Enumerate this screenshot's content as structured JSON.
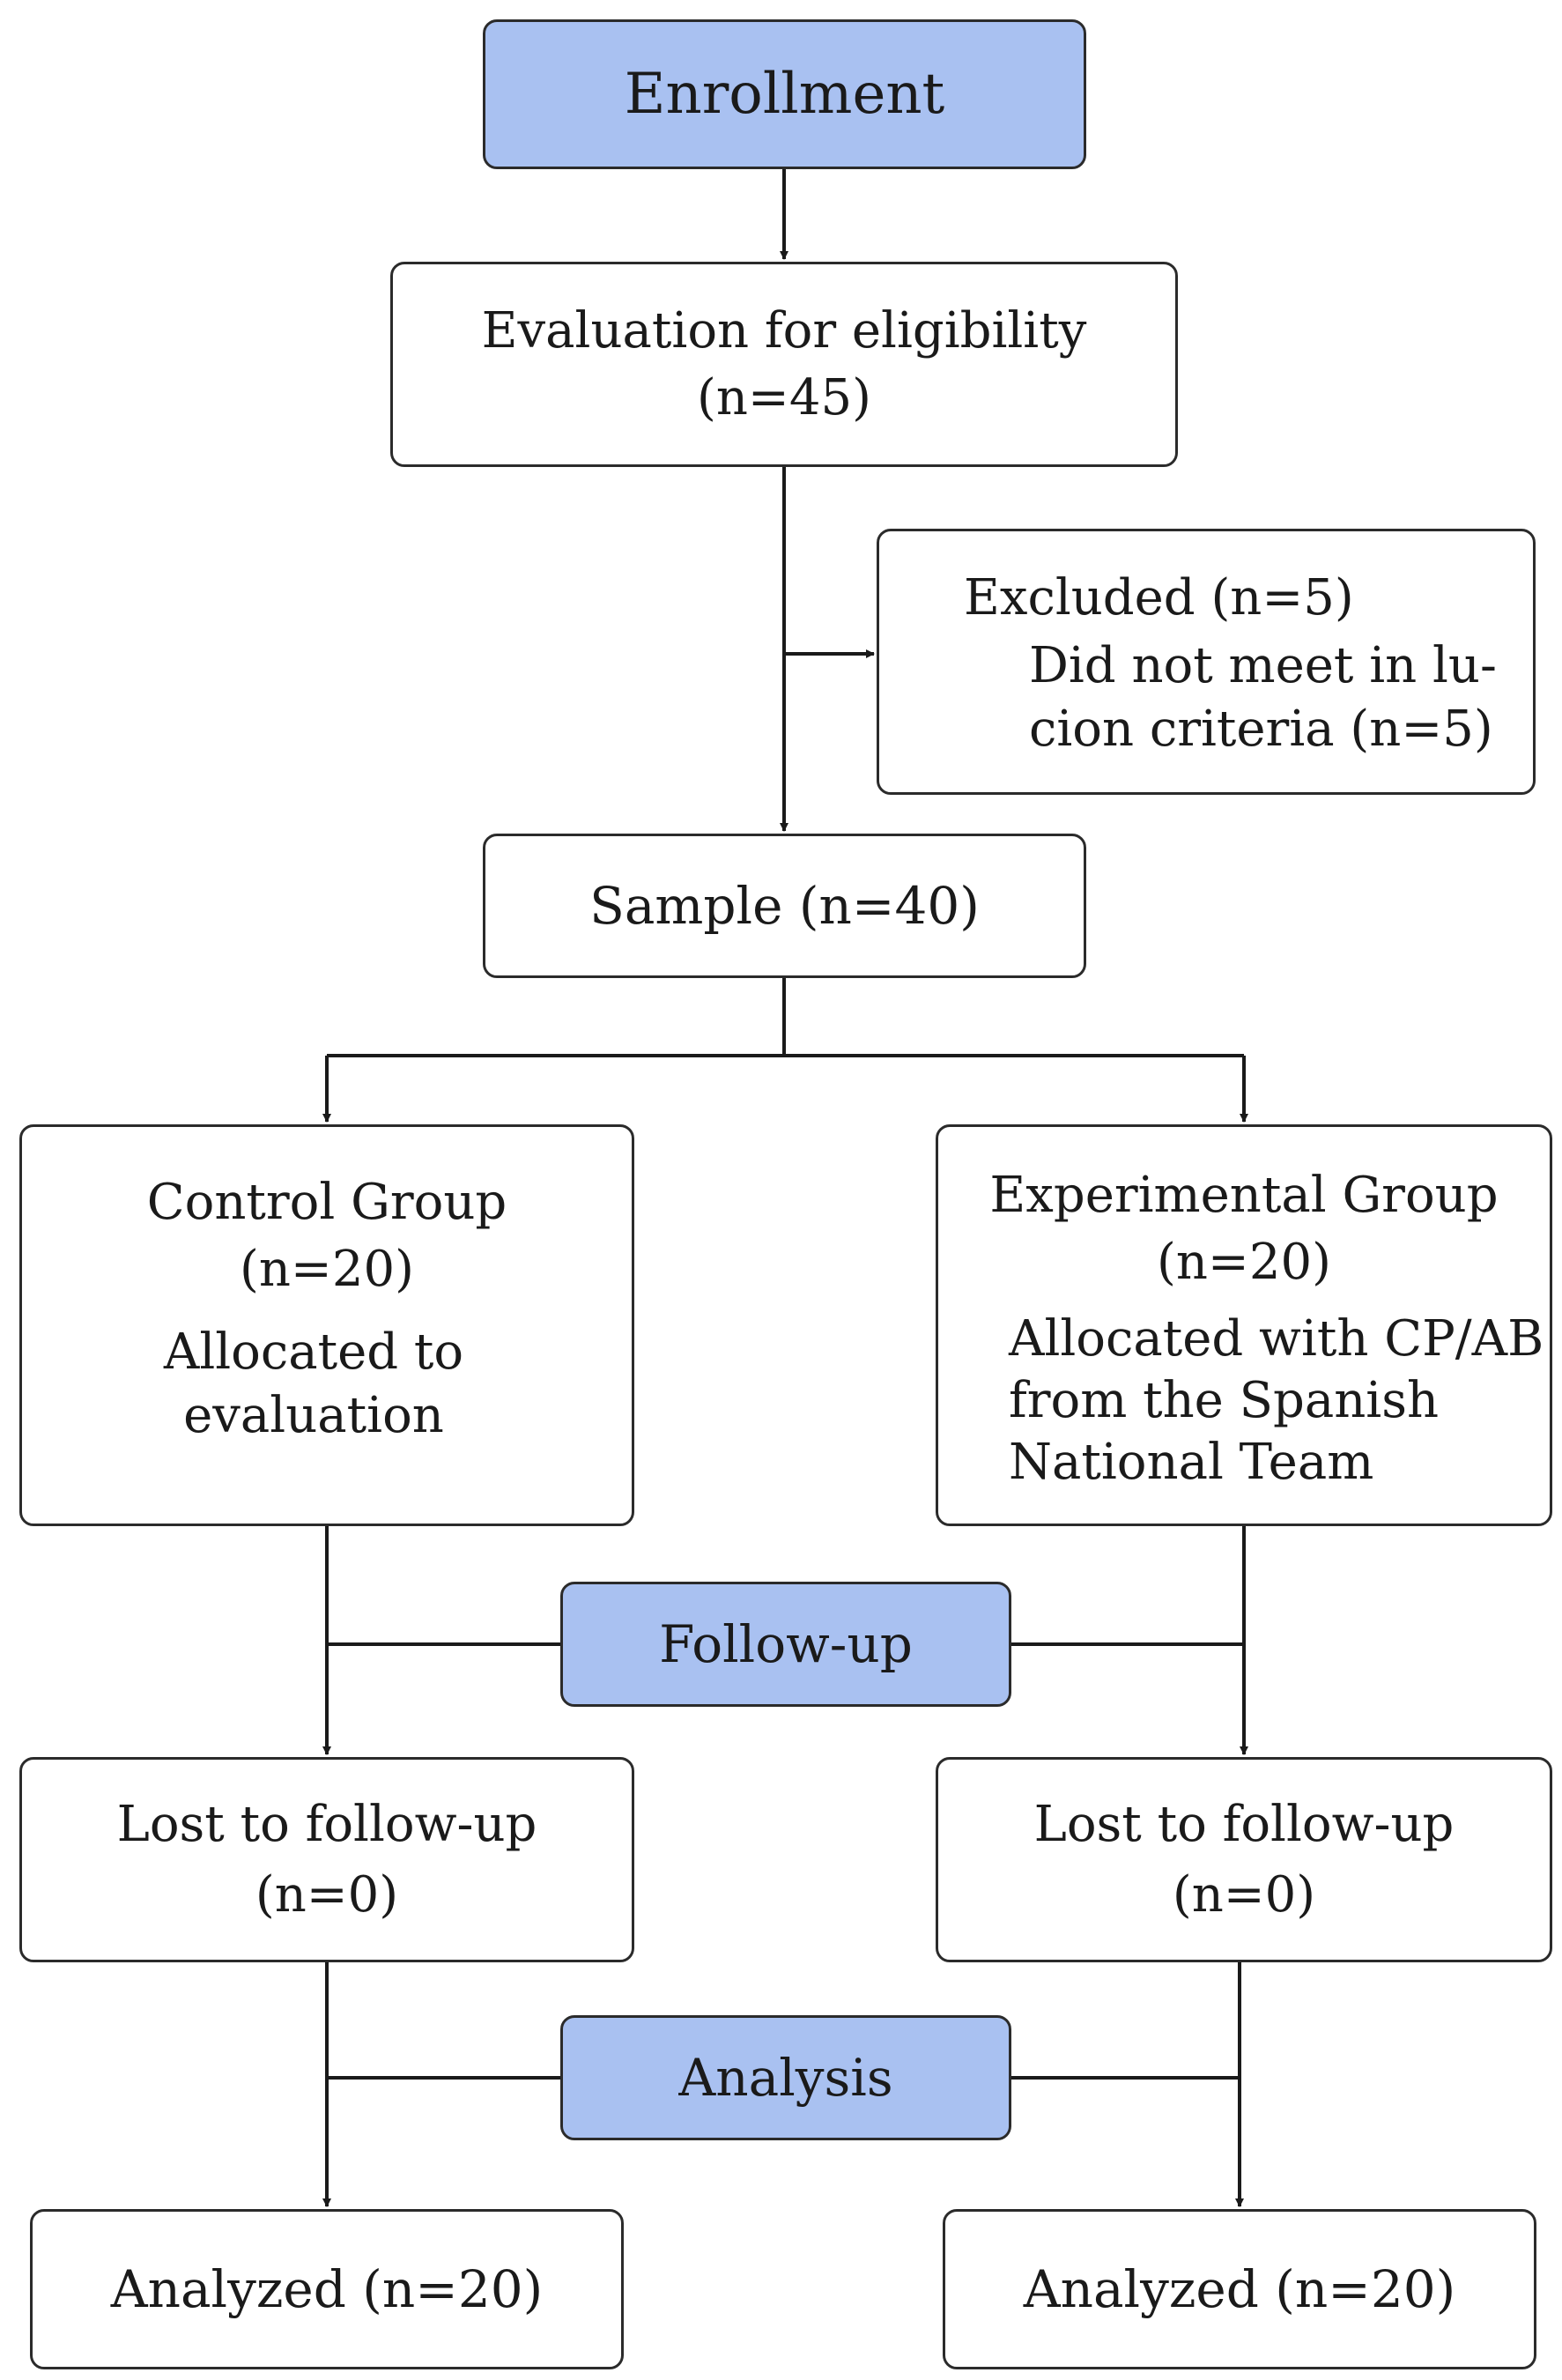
{
  "stages": {
    "enrollment": "Enrollment",
    "followup": "Follow-up",
    "analysis": "Analysis"
  },
  "evaluation": {
    "title": "Evaluation for eligibility",
    "count": "(n=45)"
  },
  "excluded": {
    "title": "Excluded (n=5)",
    "detail_line1": "Did not meet in lu-",
    "detail_line2": "cion criteria (n=5)"
  },
  "sample": {
    "label": "Sample (n=40)"
  },
  "control_group": {
    "title": "Control Group",
    "count": "(n=20)",
    "detail_line1": "Allocated to",
    "detail_line2": "evaluation"
  },
  "experimental_group": {
    "title": "Experimental Group",
    "count": "(n=20)",
    "detail_line1": "Allocated with CP/AB",
    "detail_line2": "from the Spanish",
    "detail_line3": "National Team"
  },
  "lost_to_followup": {
    "control_title": "Lost to follow-up",
    "control_count": "(n=0)",
    "experimental_title": "Lost to follow-up",
    "experimental_count": "(n=0)"
  },
  "analyzed": {
    "control": "Analyzed (n=20)",
    "experimental": "Analyzed (n=20)"
  },
  "colors": {
    "stage_fill": "#a9c1f1",
    "box_border": "#2b2b2b",
    "connector": "#1a1a1a"
  }
}
